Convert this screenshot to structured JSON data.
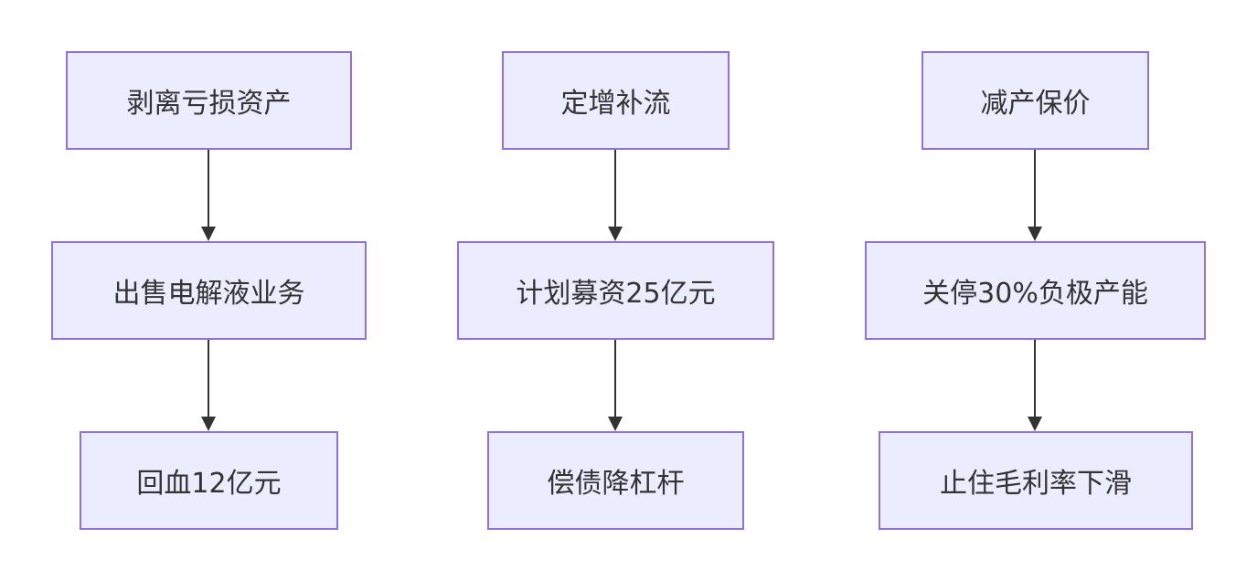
{
  "diagram": {
    "type": "flowchart",
    "direction": "top-down",
    "colors": {
      "node_fill": "#ececff",
      "node_border": "#9370db",
      "text": "#333333",
      "edge": "#333333"
    },
    "columns": [
      {
        "nodes": [
          {
            "id": "a1",
            "label": "剥离亏损资产"
          },
          {
            "id": "a2",
            "label": "出售电解液业务"
          },
          {
            "id": "a3",
            "label": "回血12亿元"
          }
        ]
      },
      {
        "nodes": [
          {
            "id": "b1",
            "label": "定增补流"
          },
          {
            "id": "b2",
            "label": "计划募资25亿元"
          },
          {
            "id": "b3",
            "label": "偿债降杠杆"
          }
        ]
      },
      {
        "nodes": [
          {
            "id": "c1",
            "label": "减产保价"
          },
          {
            "id": "c2",
            "label": "关停30%负极产能"
          },
          {
            "id": "c3",
            "label": "止住毛利率下滑"
          }
        ]
      }
    ],
    "edges": [
      {
        "from": "a1",
        "to": "a2"
      },
      {
        "from": "a2",
        "to": "a3"
      },
      {
        "from": "b1",
        "to": "b2"
      },
      {
        "from": "b2",
        "to": "b3"
      },
      {
        "from": "c1",
        "to": "c2"
      },
      {
        "from": "c2",
        "to": "c3"
      }
    ]
  }
}
